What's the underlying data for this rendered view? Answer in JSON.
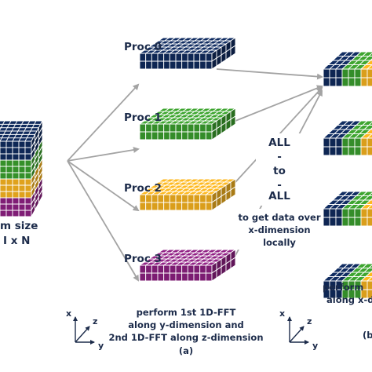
{
  "colors": {
    "navy": "#0f2a5c",
    "green": "#3a9d2d",
    "yellow": "#f2b01e",
    "purple": "#8a1f7f",
    "arrow": "#a3a3a3",
    "text": "#1c2b4a"
  },
  "source_cube": {
    "label_line1": "m size",
    "label_line2": "I x N",
    "layers": [
      "navy",
      "green",
      "yellow",
      "purple"
    ]
  },
  "processes": [
    {
      "label": "Proc 0",
      "color": "navy"
    },
    {
      "label": "Proc 1",
      "color": "green"
    },
    {
      "label": "Proc 2",
      "color": "yellow"
    },
    {
      "label": "Proc 3",
      "color": "purple"
    }
  ],
  "all_to_all": {
    "lines": [
      "ALL",
      "-",
      "to",
      "-",
      "ALL"
    ],
    "note": [
      "to get data over",
      "x-dimension",
      "locally"
    ]
  },
  "step_a": {
    "caption": [
      "perform 1st 1D-FFT",
      "along y-dimension and",
      "2nd 1D-FFT along z-dimension"
    ],
    "tag": "(a)"
  },
  "step_b": {
    "caption": [
      "perform",
      "along x-d"
    ],
    "tag": "(b"
  },
  "axes": {
    "x": "x",
    "y": "y",
    "z": "z"
  }
}
